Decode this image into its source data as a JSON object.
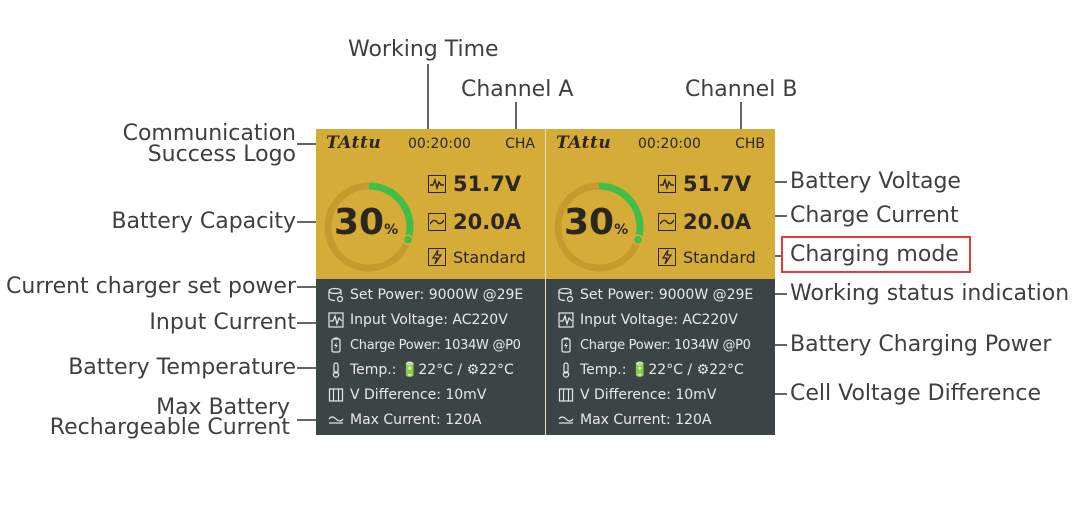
{
  "labels": {
    "working_time": "Working Time",
    "channel_a": "Channel A",
    "channel_b": "Channel B",
    "comm_logo_1": "Communication",
    "comm_logo_2": "Success Logo",
    "battery_capacity": "Battery Capacity",
    "current_set_power": "Current charger set power",
    "input_current": "Input Current",
    "battery_temperature": "Battery Temperature",
    "max_rech_1": "Max Battery",
    "max_rech_2": "Rechargeable Current",
    "battery_voltage": "Battery Voltage",
    "charge_current": "Charge Current",
    "charging_mode": "Charging mode",
    "working_status": "Working status indication",
    "battery_charging_power": "Battery Charging Power",
    "cell_voltage_difference": "Cell Voltage Difference"
  },
  "colors": {
    "panel_gold": "#d6ac38",
    "panel_dark": "#3c4546",
    "ring_green": "#3fbf4a",
    "highlight_red": "#e53935"
  },
  "channels": [
    {
      "logo": "TAttu",
      "time": "00:20:00",
      "name": "CHA",
      "capacity": "30",
      "capacity_unit": "%",
      "capacity_fraction": 0.3,
      "voltage": "51.7V",
      "current": "20.0A",
      "mode": "Standard",
      "set_power": "Set Power: 9000W  @29E",
      "input_voltage": "Input Voltage: AC220V",
      "charge_power": "Charge Power: 1034W @P0",
      "temp_label": "Temp.:",
      "temp_battery": "22°C",
      "temp_sep": "/",
      "temp_charger": "22°C",
      "v_diff": "V Difference: 10mV",
      "max_current": "Max Current: 120A"
    },
    {
      "logo": "TAttu",
      "time": "00:20:00",
      "name": "CHB",
      "capacity": "30",
      "capacity_unit": "%",
      "capacity_fraction": 0.3,
      "voltage": "51.7V",
      "current": "20.0A",
      "mode": "Standard",
      "set_power": "Set Power: 9000W  @29E",
      "input_voltage": "Input Voltage: AC220V",
      "charge_power": "Charge Power: 1034W @P0",
      "temp_label": "Temp.:",
      "temp_battery": "22°C",
      "temp_sep": "/",
      "temp_charger": "22°C",
      "v_diff": "V Difference: 10mV",
      "max_current": "Max Current: 120A"
    }
  ]
}
